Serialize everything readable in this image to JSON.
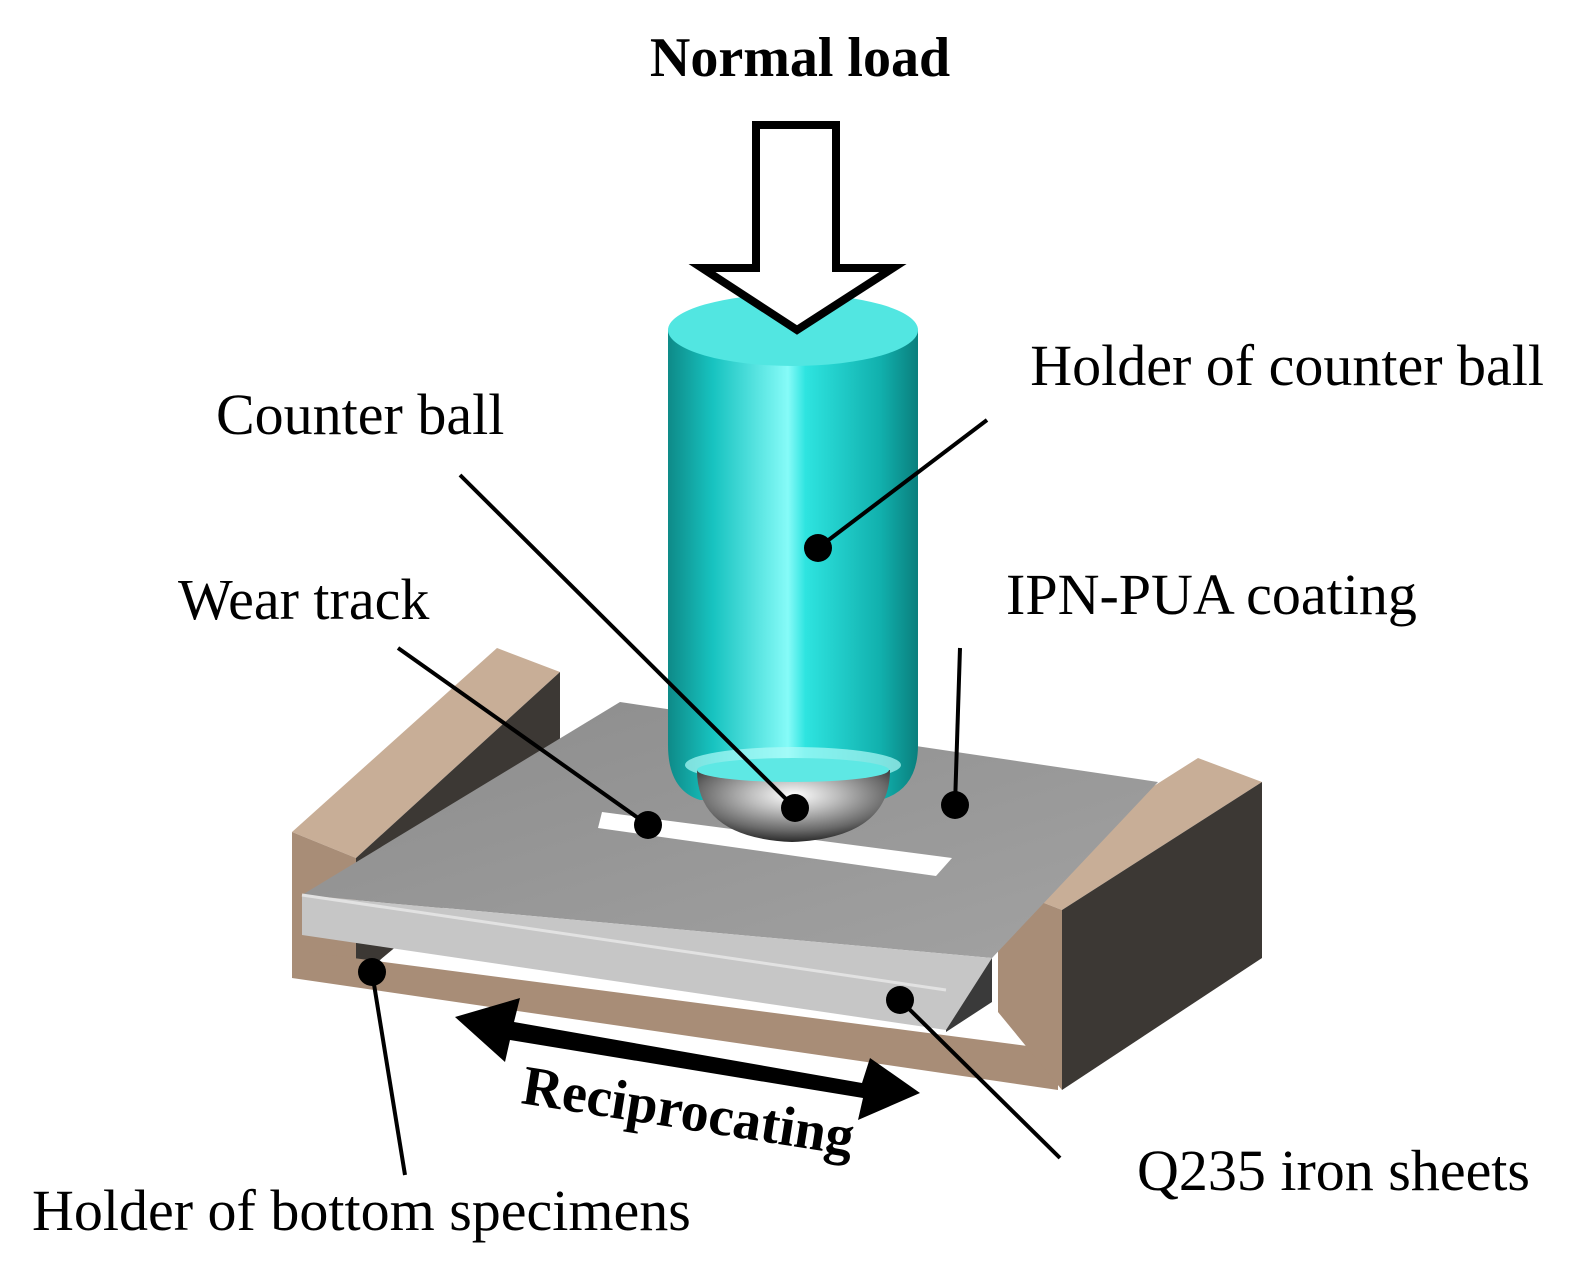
{
  "labels": {
    "normal_load": "Normal load",
    "holder_counter_ball": "Holder of counter ball",
    "counter_ball": "Counter ball",
    "wear_track": "Wear track",
    "ipn_pua_coating": "IPN-PUA coating",
    "reciprocating": "Reciprocating",
    "q235_iron_sheets": "Q235 iron sheets",
    "holder_bottom_specimens": "Holder of bottom specimens"
  },
  "colors": {
    "cylinder_light": "#7ff5f2",
    "cylinder_mid": "#19d6d3",
    "cylinder_dark": "#0a7f7d",
    "cylinder_top": "#4fe3de",
    "plate_top": "#9a9a9a",
    "plate_edge": "#c4c4c4",
    "plate_edge_dark": "#3a3a3a",
    "holder_tan": "#c9ae96",
    "holder_front": "#a58a73",
    "holder_dark": "#3b3733",
    "wear_track": "#ffffff",
    "ball": "#9a9a9a"
  }
}
